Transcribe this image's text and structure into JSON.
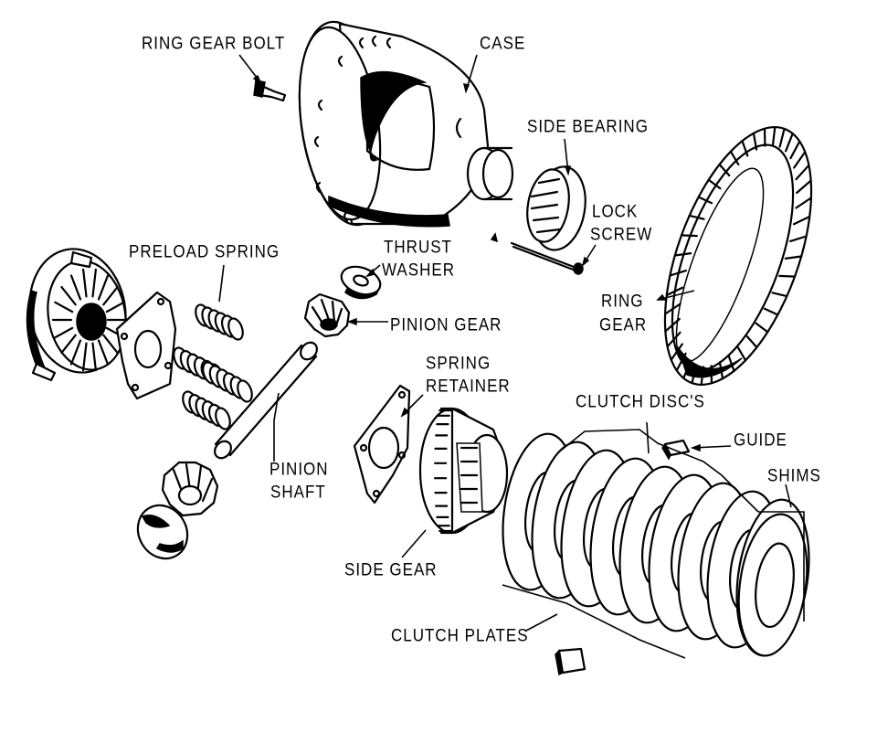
{
  "labels": {
    "ring_gear_bolt": "RING GEAR BOLT",
    "case": "CASE",
    "side_bearing": "SIDE BEARING",
    "lock_screw_1": "LOCK",
    "lock_screw_2": "SCREW",
    "ring_gear_1": "RING",
    "ring_gear_2": "GEAR",
    "preload_spring": "PRELOAD SPRING",
    "thrust_washer_1": "THRUST",
    "thrust_washer_2": "WASHER",
    "pinion_gear": "PINION GEAR",
    "spring_retainer_1": "SPRING",
    "spring_retainer_2": "RETAINER",
    "clutch_discs": "CLUTCH DISC'S",
    "guide": "GUIDE",
    "shims": "SHIMS",
    "pinion_shaft_1": "PINION",
    "pinion_shaft_2": "SHAFT",
    "side_gear": "SIDE GEAR",
    "clutch_plates": "CLUTCH PLATES"
  }
}
